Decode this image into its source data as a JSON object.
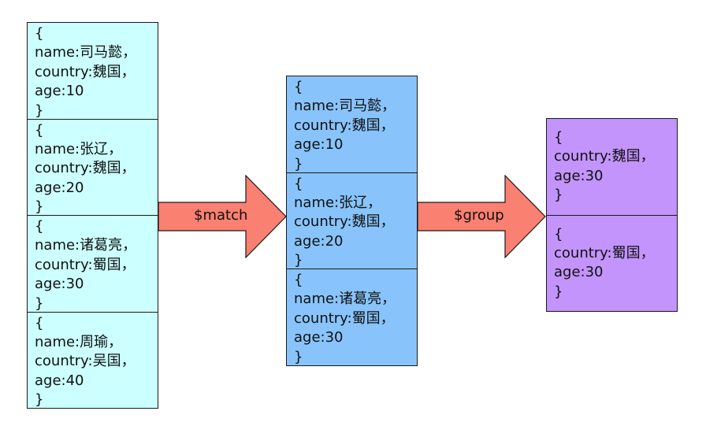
{
  "colors": {
    "source_fill": "#ccffff",
    "match_fill": "#88c4fb",
    "group_fill": "#c394fb",
    "arrow_fill": "#fa8072",
    "border": "#1a1a1a"
  },
  "source_docs": [
    {
      "open": "{",
      "name": "name:司马懿，",
      "country": "country:魏国，",
      "age": "age:10",
      "close": "}"
    },
    {
      "open": "{",
      "name": "name:张辽，",
      "country": "country:魏国，",
      "age": "age:20",
      "close": "}"
    },
    {
      "open": "{",
      "name": "name:诸葛亮，",
      "country": "country:蜀国，",
      "age": "age:30",
      "close": "}"
    },
    {
      "open": "{",
      "name": "name:周瑜，",
      "country": "country:吴国，",
      "age": "age:40",
      "close": "}"
    }
  ],
  "match_stage": {
    "label": "$match",
    "docs": [
      {
        "open": "{",
        "name": "name:司马懿，",
        "country": "country:魏国，",
        "age": "age:10",
        "close": "}"
      },
      {
        "open": "{",
        "name": "name:张辽，",
        "country": "country:魏国，",
        "age": "age:20",
        "close": "}"
      },
      {
        "open": "{",
        "name": "name:诸葛亮，",
        "country": "country:蜀国，",
        "age": "age:30",
        "close": "}"
      }
    ]
  },
  "group_stage": {
    "label": "$group",
    "docs": [
      {
        "open": "{",
        "country": "country:魏国，",
        "age": "age:30",
        "close": "}"
      },
      {
        "open": "{",
        "country": "country:蜀国，",
        "age": "age:30",
        "close": "}"
      }
    ]
  }
}
